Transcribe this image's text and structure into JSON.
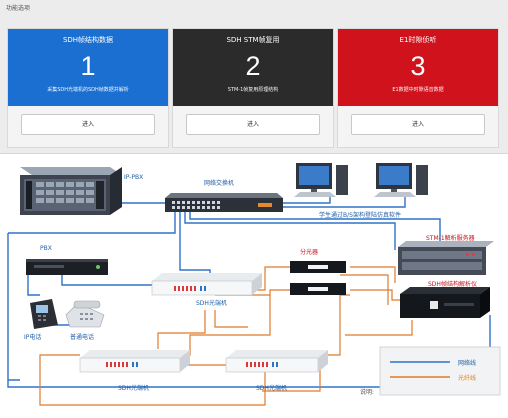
{
  "panel": {
    "title": "功能选项"
  },
  "cards": [
    {
      "title": "SDH帧结构数据",
      "number": "1",
      "desc": "采集SDH光端机的SDH帧数据并解析",
      "button": "进入",
      "color": "#1a6fd0"
    },
    {
      "title": "SDH STM帧复用",
      "number": "2",
      "desc": "STM-1帧复用原理结构",
      "button": "进入",
      "color": "#2b2b2b"
    },
    {
      "title": "E1时隙侦听",
      "number": "3",
      "desc": "E1数据中时隙语音数据",
      "button": "进入",
      "color": "#d0121c"
    }
  ],
  "diagram": {
    "ip_pbx": "IP-PBX",
    "switch": "网络交换机",
    "student_client": "学生通过B/S架构登陆仿真软件",
    "stm1_server": "STM-1解析服务器",
    "splitter": "分光器",
    "pbx": "PBX",
    "sdh_analyzer": "SDH帧结构解析仪",
    "sdh_1": "SDH光端机",
    "ip_phone": "IP电话",
    "normal_phone": "普通电话",
    "sdh_2": "SDH光端机",
    "sdh_3": "SDH光端机",
    "legend_title": "说明:",
    "legend_network": "网络线",
    "legend_fiber": "光纤线"
  },
  "colors": {
    "network_line": "#2f73c8",
    "fiber_line": "#e07a2a"
  }
}
